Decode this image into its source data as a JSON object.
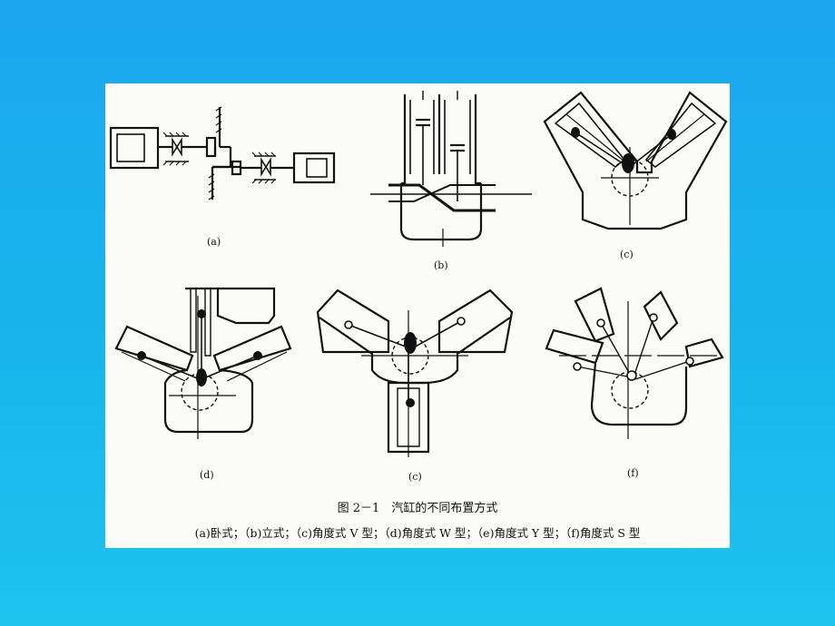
{
  "figure": {
    "subfigures": [
      {
        "id": "a",
        "label": "(a)"
      },
      {
        "id": "b",
        "label": "(b)"
      },
      {
        "id": "c",
        "label": "(c)"
      },
      {
        "id": "d",
        "label": "(d)"
      },
      {
        "id": "e",
        "label": "(c)"
      },
      {
        "id": "f",
        "label": "(f)"
      }
    ],
    "caption_title": "图 2－1　汽缸的不同布置方式",
    "caption_detail": "(a)卧式；（b)立式；（c)角度式 V 型；（d)角度式 W 型；（e)角度式 Y 型；（f)角度式 S 型"
  },
  "colors": {
    "background_top": "#1da6f0",
    "background_bottom": "#1ec3ee",
    "panel": "#fbfbf7",
    "ink": "#111111"
  }
}
